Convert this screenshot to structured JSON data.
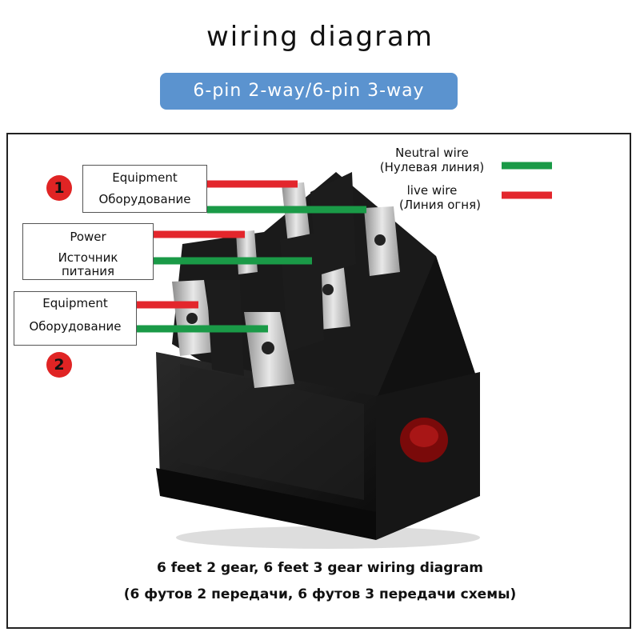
{
  "title": "wiring diagram",
  "subtitle": "6-pin 2-way/6-pin 3-way",
  "legend": {
    "neutral": {
      "en": "Neutral wire",
      "ru": "(Нулевая линия)",
      "color": "#1a9a47"
    },
    "live": {
      "en": "live wire",
      "ru": "(Линия огня)",
      "color": "#e3262c"
    }
  },
  "labels": {
    "equipment_top": {
      "number": "1",
      "en": "Equipment",
      "ru": "Оборудование"
    },
    "power": {
      "en": "Power",
      "ru_line1": "Источник",
      "ru_line2": "питания"
    },
    "equipment_bottom": {
      "number": "2",
      "en": "Equipment",
      "ru": "Оборудование"
    }
  },
  "caption": {
    "en": "6 feet 2 gear, 6 feet 3 gear wiring diagram",
    "ru": "(6 футов 2 передачи, 6 футов 3 передачи схемы)"
  }
}
